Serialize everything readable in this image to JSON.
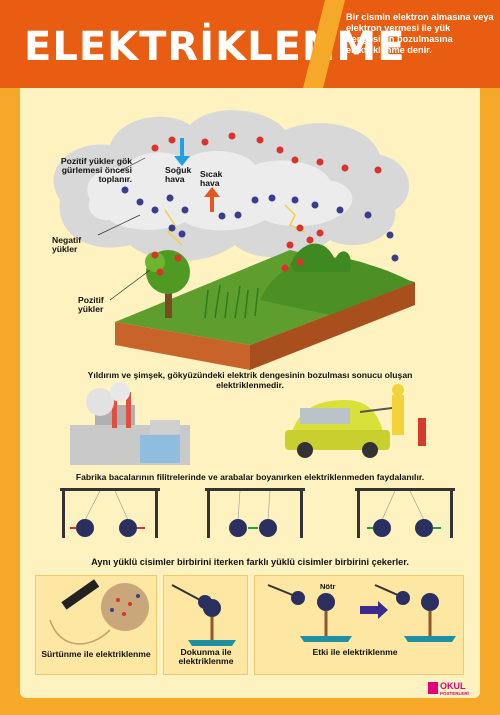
{
  "header": {
    "title": "ELEKTRİKLENME",
    "description": "Bir cismin elektron almasına veya elektron vermesi ile yük dengesinin bozulmasına elektriklenme denir."
  },
  "scene": {
    "label_positive_top": "Pozitif yükler gök gürlemesi öncesi toplanır.",
    "label_negative": "Negatif yükler",
    "label_positive_bottom": "Pozitif yükler",
    "cold_air": "Soğuk hava",
    "warm_air": "Sıcak hava",
    "caption": "Yıldırım ve şimşek, gökyüzündeki elektrik dengesinin bozulması sonucu oluşan elektriklenmedir."
  },
  "factory_caption": "Fabrika bacalarının filitrelerinde ve arabalar boyanırken elektriklenmeden faydalanılır.",
  "balls_caption": "Aynı yüklü cisimler birbirini iterken farklı yüklü cisimler birbirini çekerler.",
  "methods": {
    "friction": "Sürtünme ile elektriklenme",
    "contact": "Dokunma ile elektriklenme",
    "induction": "Etki ile elektriklenme",
    "neutral": "Nötr"
  },
  "logo": {
    "line1": "OKUL",
    "line2": "POSTERLERİ"
  },
  "colors": {
    "orange": "#e85d12",
    "panel": "#fef3c0",
    "positive": "#d9342b",
    "negative": "#3b3c8c"
  }
}
